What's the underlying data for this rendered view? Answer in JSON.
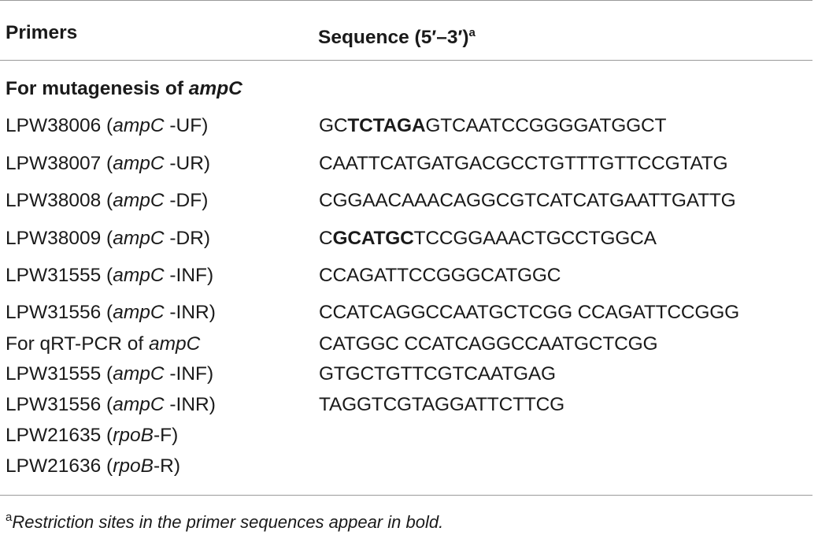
{
  "header": {
    "col1": "Primers",
    "col2": "Sequence (5′–3′)",
    "col2_sup": "a"
  },
  "section": {
    "prefix": "For mutagenesis of ",
    "gene": "ampC"
  },
  "rows": [
    {
      "name": "LPW38006",
      "gene": "ampC",
      "suffix": "-UF",
      "seq_pre": "GC",
      "seq_bold": "TCTAGA",
      "seq_post": "GTCAATCCGGGGATGGCT"
    },
    {
      "name": "LPW38007",
      "gene": "ampC",
      "suffix": "-UR",
      "seq_pre": "CAATTCATGATGACGCCTGTTTGTTCCGTATG",
      "seq_bold": "",
      "seq_post": ""
    },
    {
      "name": "LPW38008",
      "gene": "ampC",
      "suffix": "-DF",
      "seq_pre": "CGGAACAAACAGGCGTCATCATGAATTGATTG",
      "seq_bold": "",
      "seq_post": ""
    },
    {
      "name": "LPW38009",
      "gene": "ampC",
      "suffix": "-DR",
      "seq_pre": "C",
      "seq_bold": "GCATGC",
      "seq_post": "TCCGGAAACTGCCTGGCA"
    },
    {
      "name": "LPW31555",
      "gene": "ampC",
      "suffix": "-INF",
      "seq_pre": "CCAGATTCCGGGCATGGC",
      "seq_bold": "",
      "seq_post": ""
    },
    {
      "name": "LPW31556",
      "gene": "ampC",
      "suffix": "-INR",
      "seq_pre": "CCATCAGGCCAATGCTCGG CCAGATTCCGGG",
      "seq_bold": "",
      "seq_post": ""
    },
    {
      "plain_prefix": "For qRT-PCR of ",
      "plain_gene": "ampC",
      "seq_pre": "CATGGC CCATCAGGCCAATGCTCGG",
      "seq_bold": "",
      "seq_post": ""
    },
    {
      "name": "LPW31555",
      "gene": "ampC",
      "suffix": "-INF",
      "seq_pre": "GTGCTGTTCGTCAATGAG",
      "seq_bold": "",
      "seq_post": ""
    },
    {
      "name": "LPW31556",
      "gene": "ampC",
      "suffix": "-INR",
      "seq_pre": "TAGGTCGTAGGATTCTTCG",
      "seq_bold": "",
      "seq_post": ""
    },
    {
      "name": "LPW21635",
      "gene": "rpoB",
      "suffix": "-F",
      "seq_pre": "",
      "seq_bold": "",
      "seq_post": ""
    },
    {
      "name": "LPW21636",
      "gene": "rpoB",
      "suffix": "-R",
      "seq_pre": "",
      "seq_bold": "",
      "seq_post": ""
    }
  ],
  "footnote": {
    "sup": "a",
    "text": "Restriction sites in the primer sequences appear in bold."
  }
}
